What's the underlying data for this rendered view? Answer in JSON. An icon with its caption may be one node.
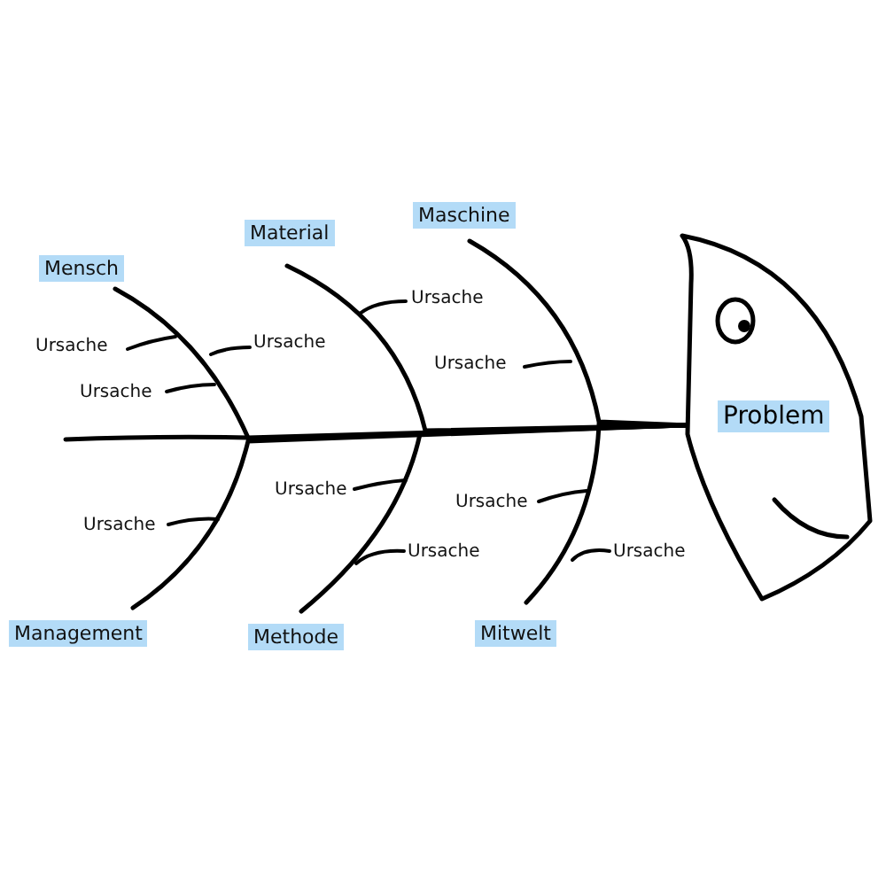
{
  "diagram": {
    "nodes": [
      {
        "text": [
          "Mensch"
        ]
      },
      {
        "text": [
          "Material"
        ]
      },
      {
        "text": [
          "Maschine"
        ]
      },
      {
        "text": [
          "Problem"
        ]
      },
      {
        "text": [
          "Management"
        ]
      },
      {
        "text": [
          "Methode"
        ]
      },
      {
        "text": [
          "Mitwelt"
        ]
      },
      {
        "text": [
          "Ursache"
        ]
      },
      {
        "text": [
          "Ursache"
        ]
      },
      {
        "text": [
          "Ursache"
        ]
      },
      {
        "text": [
          "Ursache"
        ]
      },
      {
        "text": [
          "Ursache"
        ]
      },
      {
        "text": [
          "Ursache"
        ]
      },
      {
        "text": [
          "Ursache"
        ]
      },
      {
        "text": [
          "Ursache"
        ]
      },
      {
        "text": [
          "Ursache"
        ]
      },
      {
        "text": [
          "Ursache"
        ]
      }
    ],
    "edges": [
      {
        "from": 0,
        "to": 3,
        "arrow": "none"
      },
      {
        "from": 1,
        "to": 3,
        "arrow": "none"
      },
      {
        "from": 2,
        "to": 3,
        "arrow": "none"
      },
      {
        "from": 4,
        "to": 3,
        "arrow": "none"
      },
      {
        "from": 5,
        "to": 3,
        "arrow": "none"
      },
      {
        "from": 6,
        "to": 3,
        "arrow": "none"
      },
      {
        "from": 7,
        "to": null,
        "arrow": "none"
      },
      {
        "from": 8,
        "to": null,
        "arrow": "none"
      },
      {
        "from": 9,
        "to": null,
        "arrow": "none"
      },
      {
        "from": 10,
        "to": null,
        "arrow": "none"
      },
      {
        "from": 11,
        "to": null,
        "arrow": "none"
      },
      {
        "from": 12,
        "to": null,
        "arrow": "none"
      },
      {
        "from": 13,
        "to": null,
        "arrow": "none"
      },
      {
        "from": 14,
        "to": null,
        "arrow": "none"
      },
      {
        "from": 15,
        "to": null,
        "arrow": "none"
      },
      {
        "from": 16,
        "to": null,
        "arrow": "none"
      }
    ]
  }
}
